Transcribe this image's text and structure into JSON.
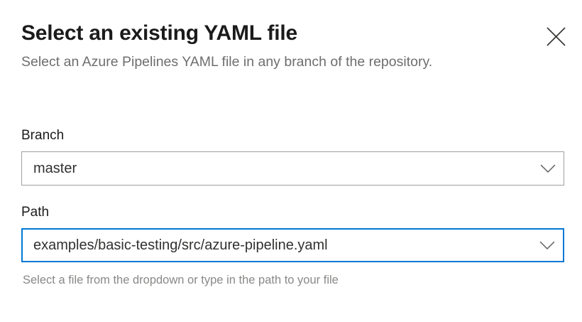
{
  "dialog": {
    "title": "Select an existing YAML file",
    "subtitle": "Select an Azure Pipelines YAML file in any branch of the repository.",
    "close_icon": "close-icon"
  },
  "form": {
    "branch": {
      "label": "Branch",
      "value": "master",
      "placeholder": "",
      "chevron_icon": "chevron-down-icon",
      "focused": false
    },
    "path": {
      "label": "Path",
      "value": "examples/basic-testing/src/azure-pipeline.yaml",
      "placeholder": "",
      "chevron_icon": "chevron-down-icon",
      "focused": true,
      "helper_text": "Select a file from the dropdown or type in the path to your file"
    }
  },
  "colors": {
    "accent": "#0078d4",
    "title_text": "#1b1b1b",
    "muted_text": "#6e6e6e",
    "helper_text": "#8a8886",
    "field_border": "#a19f9d",
    "background": "#ffffff"
  }
}
